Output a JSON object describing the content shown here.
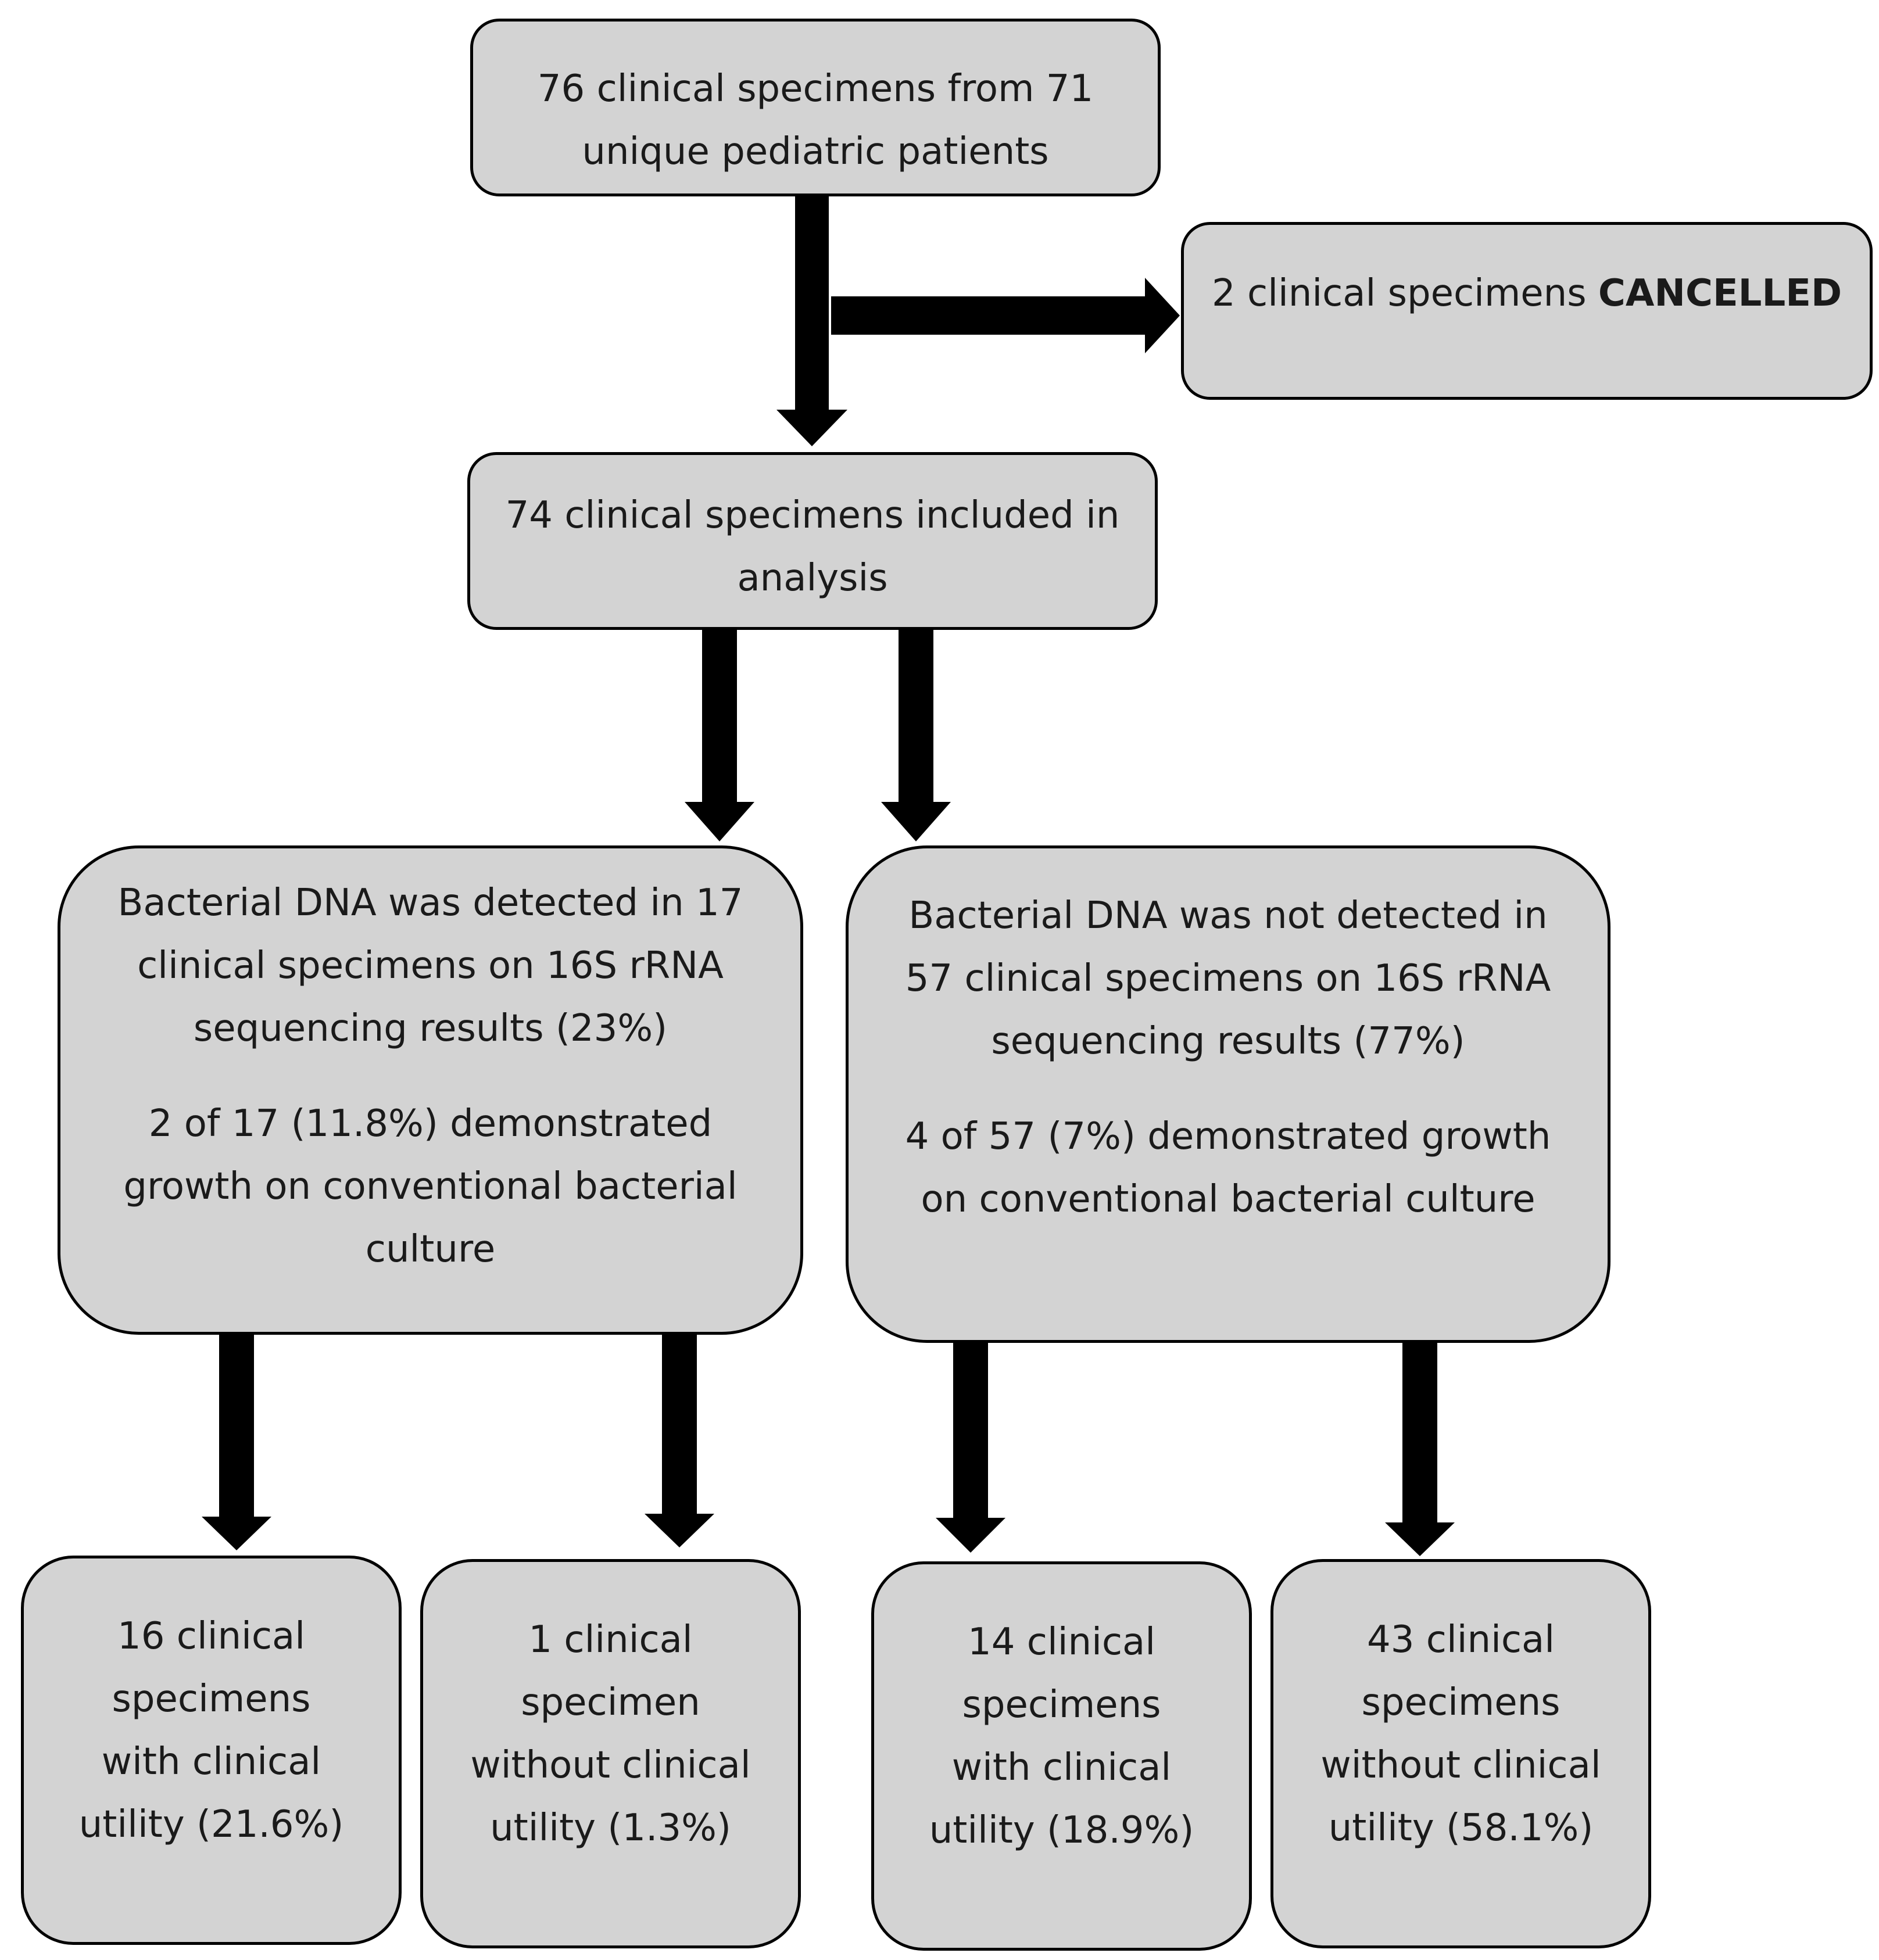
{
  "top": {
    "lines": [
      "76 clinical specimens from 71",
      "unique pediatric patients"
    ]
  },
  "cancelled": {
    "prefix": "2 clinical specimens ",
    "emphasis": "CANCELLED"
  },
  "included": {
    "lines": [
      "74 clinical specimens included in",
      "analysis"
    ]
  },
  "detected": {
    "para1": [
      "Bacterial DNA was detected in 17",
      "clinical specimens on 16S rRNA",
      "sequencing results (23%)"
    ],
    "para2": [
      "2 of 17 (11.8%) demonstrated",
      "growth on conventional bacterial",
      "culture"
    ]
  },
  "not_detected": {
    "para1": [
      "Bacterial DNA was not detected in",
      "57 clinical specimens on 16S rRNA",
      "sequencing results (77%)"
    ],
    "para2": [
      "4 of 57 (7%) demonstrated growth",
      "on conventional bacterial culture"
    ]
  },
  "leaves": [
    {
      "lines": [
        "16 clinical",
        "specimens",
        "with clinical",
        "utility (21.6%)"
      ]
    },
    {
      "lines": [
        "1 clinical",
        "specimen",
        "without clinical",
        "utility (1.3%)"
      ]
    },
    {
      "lines": [
        "14 clinical",
        "specimens",
        "with clinical",
        "utility (18.9%)"
      ]
    },
    {
      "lines": [
        "43 clinical",
        "specimens",
        "without clinical",
        "utility (58.1%)"
      ]
    }
  ]
}
